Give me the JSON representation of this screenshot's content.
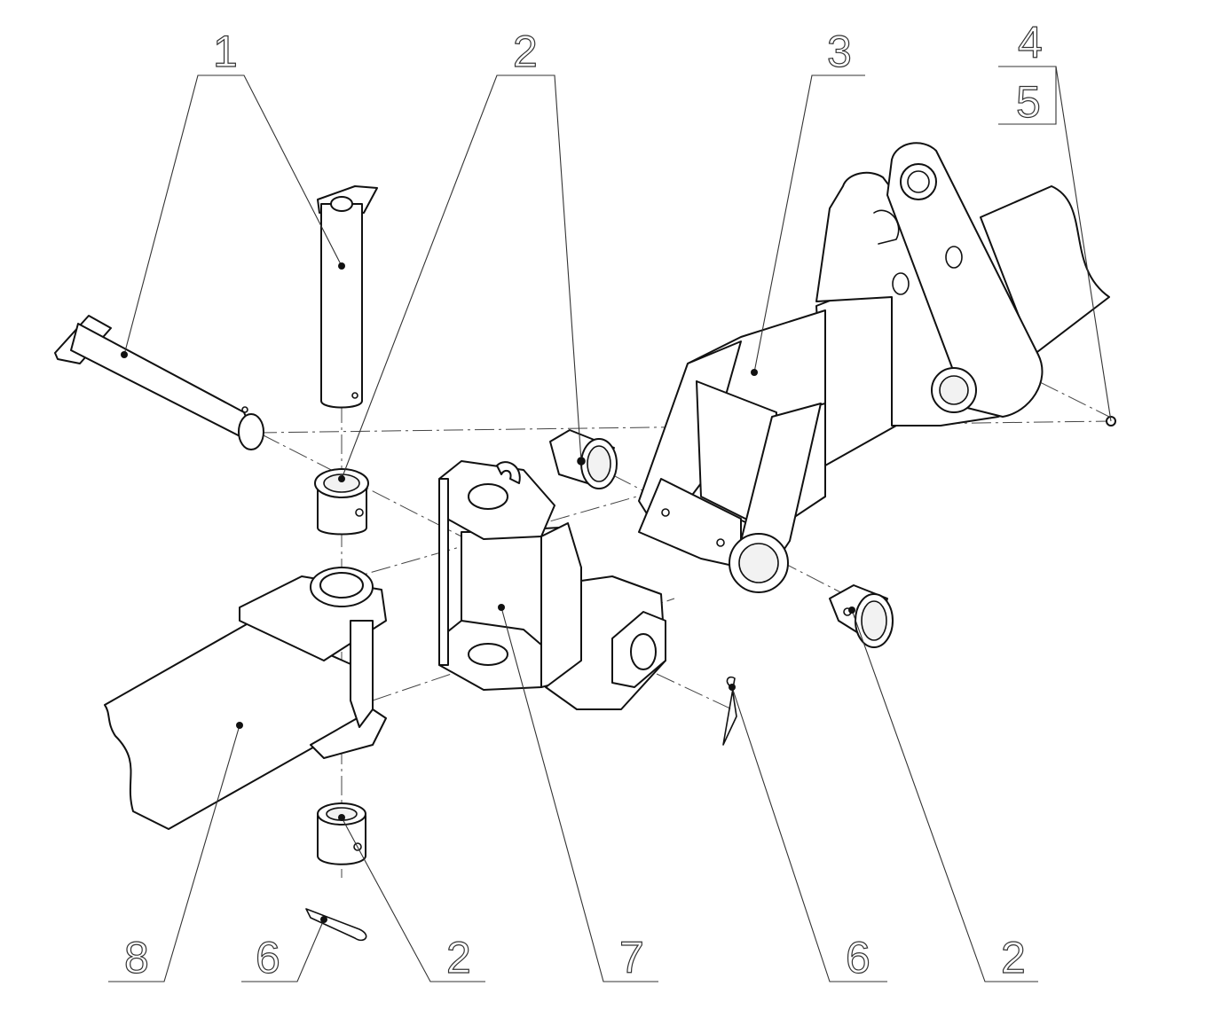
{
  "callouts": [
    {
      "id": "c1",
      "label": "1"
    },
    {
      "id": "c2-top",
      "label": "2"
    },
    {
      "id": "c3",
      "label": "3"
    },
    {
      "id": "c4",
      "label": "4"
    },
    {
      "id": "c5",
      "label": "5"
    },
    {
      "id": "c8",
      "label": "8"
    },
    {
      "id": "c6-left",
      "label": "6"
    },
    {
      "id": "c2-bottom-left",
      "label": "2"
    },
    {
      "id": "c7",
      "label": "7"
    },
    {
      "id": "c6-right",
      "label": "6"
    },
    {
      "id": "c2-bottom-right",
      "label": "2"
    }
  ]
}
